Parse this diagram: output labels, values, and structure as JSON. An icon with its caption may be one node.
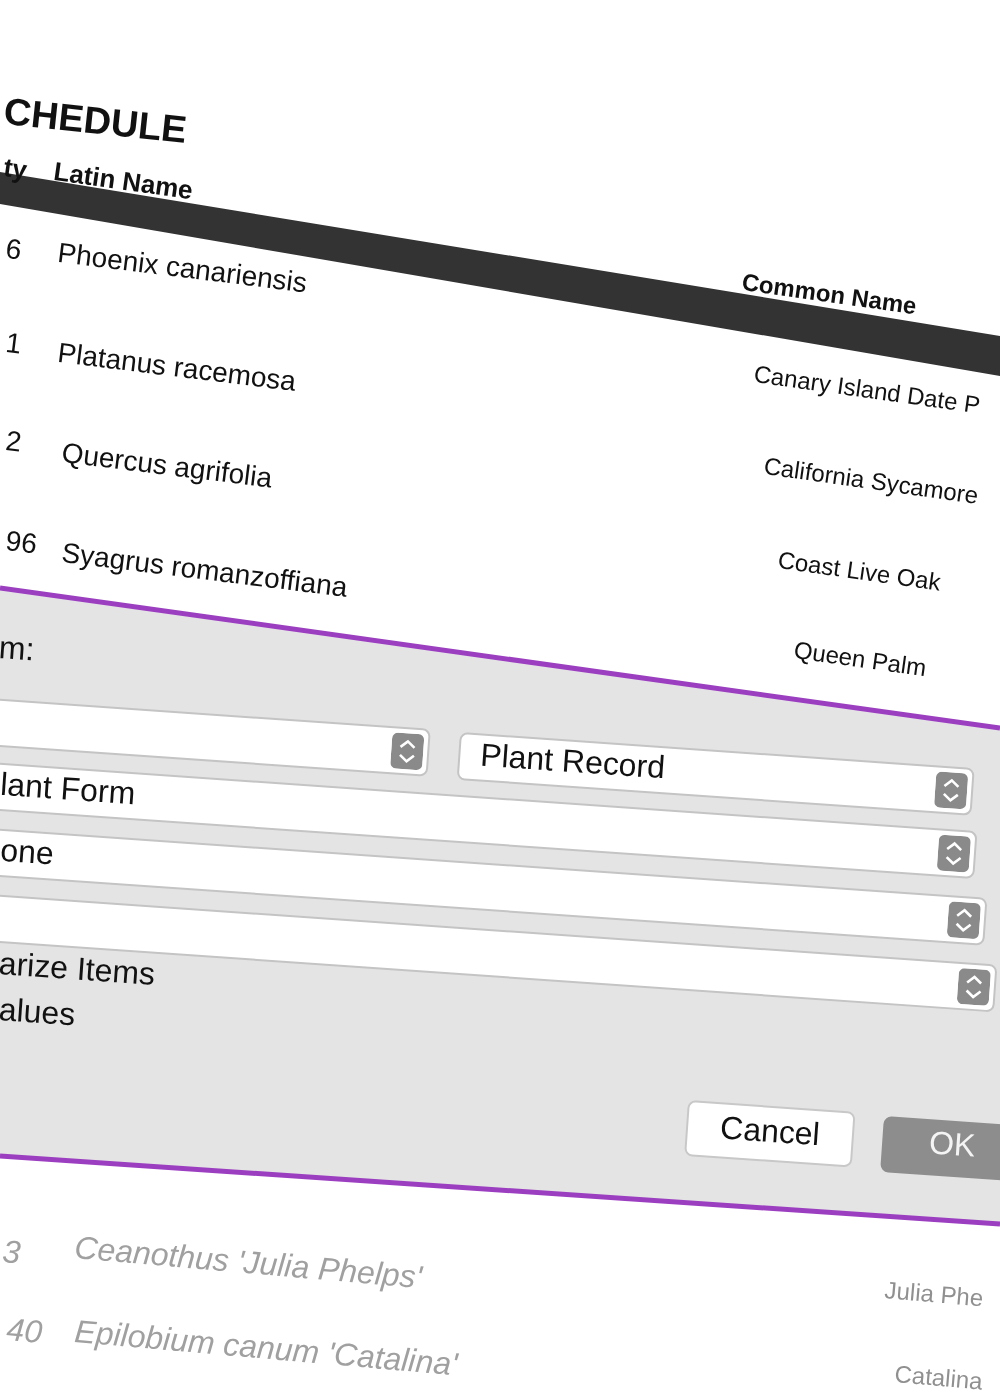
{
  "diagram": {
    "labels": [
      "CHEDULE",
      "ty",
      "Latin Name",
      "Common Name",
      "6",
      "Phoenix canariensis",
      "Canary Island Date P",
      "1",
      "Platanus racemosa",
      "California Sycamore",
      "2",
      "Quercus agrifolia",
      "Coast Live Oak",
      "96",
      "Syagrus romanzoffiana",
      "Queen Palm",
      "m:",
      "Plant Record",
      "lant Form",
      "one",
      "arize Items",
      "alues",
      "Cancel",
      "OK",
      "3",
      "Ceanothus 'Julia Phelps'",
      "Julia Phe",
      "40",
      "Epilobium canum 'Catalina'",
      "Catalina"
    ]
  }
}
